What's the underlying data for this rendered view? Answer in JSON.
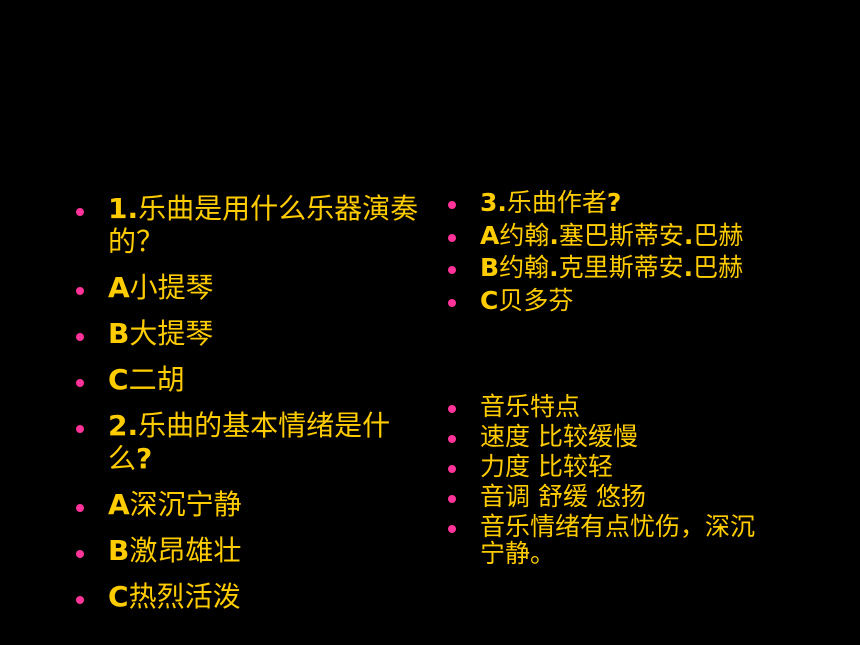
{
  "colors": {
    "background": "#000000",
    "text": "#FFCC00",
    "bullet": "#FF3399"
  },
  "left_column": {
    "q1": {
      "num": "1.",
      "text": "乐曲是用什么乐器演奏的？"
    },
    "q1_options": [
      {
        "letter": "A",
        "text": "小提琴"
      },
      {
        "letter": "B",
        "text": "大提琴"
      },
      {
        "letter": "C",
        "text": "二胡"
      }
    ],
    "q2": {
      "num": "2.",
      "text": "乐曲的基本情绪是什么",
      "qmark": "?"
    },
    "q2_options": [
      {
        "letter": "A",
        "text": "深沉宁静"
      },
      {
        "letter": "B",
        "text": "激昂雄壮"
      },
      {
        "letter": "C",
        "text": "热烈活泼"
      }
    ]
  },
  "right_column": {
    "q3": {
      "num": "3.",
      "text": "乐曲作者",
      "qmark": "?"
    },
    "q3_options": [
      {
        "letter": "A",
        "text1": "约翰",
        "dot": ".",
        "text2": "塞巴斯蒂安",
        "dot2": ".",
        "text3": "巴赫"
      },
      {
        "letter": "B",
        "text1": "约翰",
        "dot": ".",
        "text2": "克里斯蒂安",
        "dot2": ".",
        "text3": "巴赫"
      },
      {
        "letter": "C",
        "text1": "贝多芬"
      }
    ],
    "features": [
      "音乐特点",
      "速度 比较缓慢",
      "力度 比较轻",
      "音调 舒缓 悠扬",
      "音乐情绪有点忧伤，深沉宁静。"
    ]
  }
}
